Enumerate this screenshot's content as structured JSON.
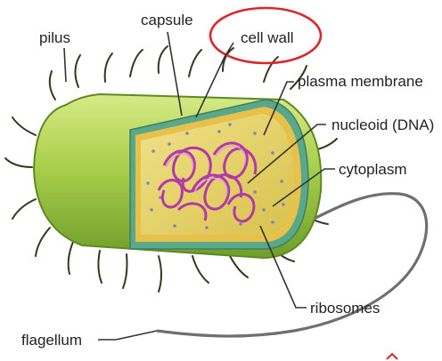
{
  "labels": {
    "pilus": "pilus",
    "capsule": "capsule",
    "cell_wall": "cell wall",
    "plasma_membrane": "plasma membrane",
    "nucleoid": "nucleoid (DNA)",
    "cytoplasm": "cytoplasm",
    "ribosomes": "ribosomes",
    "flagellum": "flagellum"
  },
  "colors": {
    "capsule_outer": "#8fbf3a",
    "capsule_light": "#c9e36a",
    "cell_wall": "#5aa88a",
    "membrane": "#e8c14a",
    "cytoplasm": "#e6d86a",
    "dna": "#b23aa8",
    "highlight_circle": "#d9262a",
    "flagellum": "#6f6f6f"
  }
}
